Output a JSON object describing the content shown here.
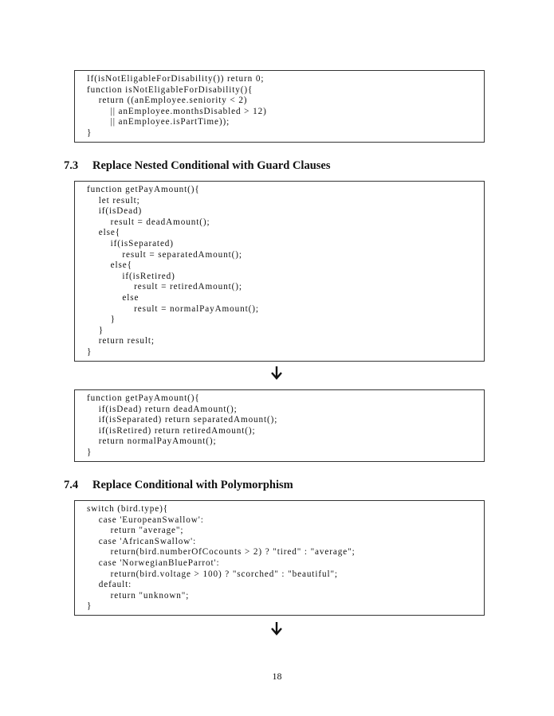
{
  "code_blocks": [
    {
      "id": "disability-check",
      "lines": [
        "If(isNotEligableForDisability()) return 0;",
        "function isNotEligableForDisability(){",
        "    return ((anEmployee.seniority < 2)",
        "        || anEmployee.monthsDisabled > 12)",
        "        || anEmployee.isPartTime));",
        "}"
      ]
    },
    {
      "id": "nested-conditional-before",
      "lines": [
        "function getPayAmount(){",
        "    let result;",
        "    if(isDead)",
        "        result = deadAmount();",
        "    else{",
        "        if(isSeparated)",
        "            result = separatedAmount();",
        "        else{",
        "            if(isRetired)",
        "                result = retiredAmount();",
        "            else",
        "                result = normalPayAmount();",
        "        }",
        "    }",
        "    return result;",
        "}"
      ]
    },
    {
      "id": "guard-clauses-after",
      "lines": [
        "function getPayAmount(){",
        "    if(isDead) return deadAmount();",
        "    if(isSeparated) return separatedAmount();",
        "    if(isRetired) return retiredAmount();",
        "    return normalPayAmount();",
        "}"
      ]
    },
    {
      "id": "switch-before",
      "lines": [
        "switch (bird.type){",
        "    case 'EuropeanSwallow':",
        "        return \"average\";",
        "    case 'AfricanSwallow':",
        "        return(bird.numberOfCocounts > 2) ? \"tired\" : \"average\";",
        "    case 'NorwegianBlueParrot':",
        "        return(bird.voltage > 100) ? \"scorched\" : \"beautiful\";",
        "    default:",
        "        return \"unknown\";",
        "}"
      ]
    }
  ],
  "sections": {
    "s73": {
      "number": "7.3",
      "title": "Replace Nested Conditional with Guard Clauses"
    },
    "s74": {
      "number": "7.4",
      "title": "Replace Conditional with Polymorphism"
    }
  },
  "icons": {
    "arrow": "arrow-down-icon"
  },
  "page_number": "18"
}
